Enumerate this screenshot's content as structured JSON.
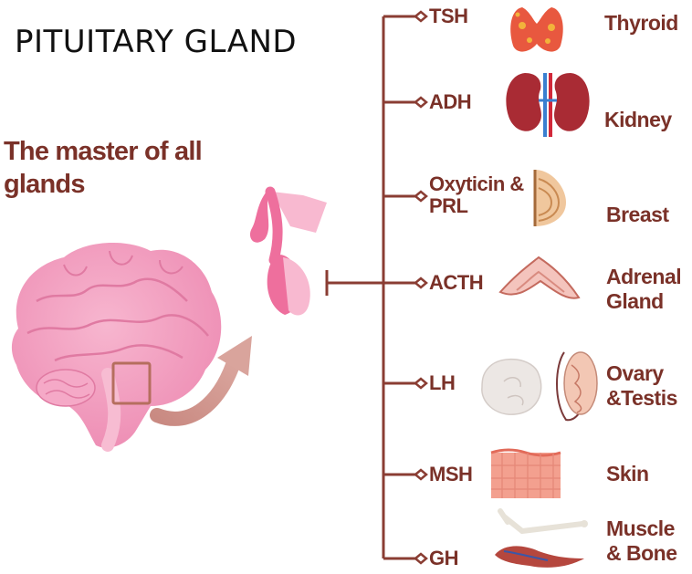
{
  "title": "PITUITARY GLAND",
  "subtitle": "The master of all glands",
  "colors": {
    "text_dark": "#7a3128",
    "connector": "#8a3d33",
    "brain_pink": "#f29cbe",
    "gland_pink": "#ee6f9d"
  },
  "branches": [
    {
      "hormone": "TSH",
      "organ": "Thyroid",
      "icon": "thyroid-icon"
    },
    {
      "hormone": "ADH",
      "organ": "Kidney",
      "icon": "kidney-icon"
    },
    {
      "hormone": "Oxyticin & PRL",
      "organ": "Breast",
      "icon": "breast-icon"
    },
    {
      "hormone": "ACTH",
      "organ": "Adrenal Gland",
      "icon": "adrenal-gland-icon"
    },
    {
      "hormone": "LH",
      "organ": "Ovary &Testis",
      "icon": "ovary-testis-icon"
    },
    {
      "hormone": "MSH",
      "organ": "Skin",
      "icon": "skin-icon"
    },
    {
      "hormone": "GH",
      "organ": "Muscle & Bone",
      "icon": "muscle-bone-icon"
    }
  ]
}
